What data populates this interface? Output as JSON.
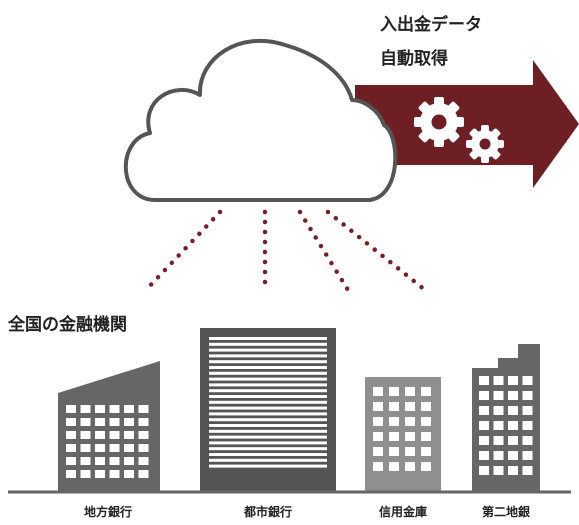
{
  "flow_label": {
    "line1": "入出金データ",
    "line2": "自動取得"
  },
  "section_title": "全国の金融機関",
  "banks": [
    {
      "label": "地方銀行"
    },
    {
      "label": "都市銀行"
    },
    {
      "label": "信用金庫"
    },
    {
      "label": "第二地銀"
    }
  ],
  "icons": {
    "cloud": "cloud-icon",
    "gears": "gears-icon"
  },
  "colors": {
    "arrow": "#6e1f24",
    "cloud_stroke": "#555555",
    "dots": "#7a1d24",
    "building_dark": "#555555",
    "building_mid": "#666666",
    "building_light": "#8f8f8f",
    "ground": "#666666"
  }
}
